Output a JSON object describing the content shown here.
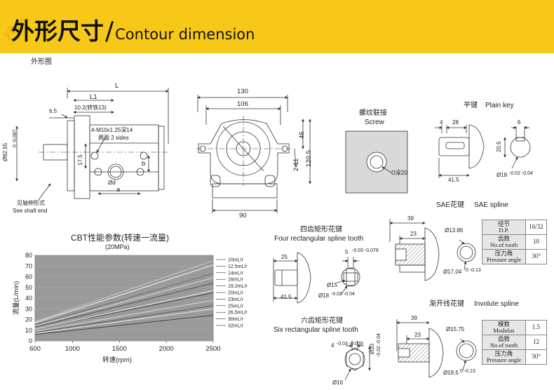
{
  "header": {
    "title_cn": "外形尺寸",
    "title_sep": "/",
    "title_en": "Contour dimension",
    "watermark": "ybzc",
    "bg_color": "#f8c818"
  },
  "drawing": {
    "section_label": "外形图",
    "front": {
      "L": "L",
      "L1": "L1",
      "d65": "6.5",
      "d102": "10.2(转铁13)",
      "bolt_note1": "4-M10x1.25深14",
      "bolt_note2": "两面 2 sides",
      "dia": "Ø82.55",
      "dia_tol": "0 -0.087",
      "d175": "17.5",
      "b": "b",
      "od": "Ød",
      "a": "a",
      "shaft_note1": "见轴伸形式",
      "shaft_note2": "See shaft end"
    },
    "side": {
      "d130": "130",
      "d106": "106",
      "d46": "46",
      "d211": "2-11",
      "d1205": "120.5",
      "d90": "90"
    },
    "screw": {
      "title_cn": "螺纹联接",
      "title_en": "Screw",
      "depth": "D深20"
    },
    "plain_key": {
      "title_cn": "平键",
      "title_en": "Plain key",
      "d4": "4",
      "d28": "28",
      "d205": "20.5",
      "d6": "6",
      "d415": "41.5",
      "d18": "Ø18",
      "d18_tol": "-0.02 -0.04"
    },
    "sae": {
      "title_cn": "SAE花键",
      "title_en": "SAE spline",
      "d39": "39",
      "d23": "23",
      "d1386": "Ø13.86",
      "d1704": "Ø17.04",
      "d1704_tol": "0 -0.13",
      "table": [
        {
          "k": "径节",
          "k2": "D.P.",
          "v": "16/32"
        },
        {
          "k": "齿数",
          "k2": "No.of tooth",
          "v": "10"
        },
        {
          "k": "压力角",
          "k2": "Pressure angle",
          "v": "30°"
        }
      ]
    },
    "four_spline": {
      "title_cn": "四齿矩形花键",
      "title_en": "Four rectangular spline tooth",
      "d25": "25",
      "d415": "41.5",
      "d5": "5",
      "d5_tol": "-0.03 -0.078",
      "d15": "Ø15",
      "d18": "Ø18",
      "d18_tol": "-0.02 -0.04"
    },
    "six_spline": {
      "title_cn": "六齿矩形花键",
      "title_en": "Six rectangular spline tooth",
      "d4": "4",
      "d4_tol": "-0.03 -0.078",
      "d20": "Ø20",
      "d20_tol": "-0.02 -0.04",
      "d16": "Ø16"
    },
    "involute": {
      "title_cn": "渐开线花键",
      "title_en": "Involute spline",
      "d39": "39",
      "d23": "23",
      "d1575": "Ø15.75",
      "d195": "Ø19.5",
      "d195_tol": "0 -0.13",
      "table": [
        {
          "k": "模数",
          "k2": "Modulus",
          "v": "1.5"
        },
        {
          "k": "齿数",
          "k2": "No.of tooth",
          "v": "12"
        },
        {
          "k": "压力角",
          "k2": "Pressure angle",
          "v": "30°"
        }
      ]
    }
  },
  "chart_data": {
    "type": "line",
    "title": "CBT性能参数(转速一流量)",
    "subtitle": "(20MPa)",
    "xlabel": "转速(rpm)",
    "ylabel": "流量(L/min)",
    "xlim": [
      600,
      2500
    ],
    "ylim": [
      0,
      80
    ],
    "x_ticks": [
      600,
      1000,
      1500,
      2000,
      2500
    ],
    "y_ticks": [
      0,
      10,
      20,
      30,
      40,
      50,
      60,
      70,
      80
    ],
    "legend_position": "right",
    "background": "#9a9a9a",
    "series": [
      {
        "name": "10mL/r",
        "x": [
          600,
          2500
        ],
        "y": [
          6,
          24
        ]
      },
      {
        "name": "12.5mL/r",
        "x": [
          600,
          2500
        ],
        "y": [
          7,
          30
        ]
      },
      {
        "name": "14mL/r",
        "x": [
          600,
          2500
        ],
        "y": [
          8,
          33
        ]
      },
      {
        "name": "16mL/r",
        "x": [
          600,
          2500
        ],
        "y": [
          9,
          38
        ]
      },
      {
        "name": "19.2mL/r",
        "x": [
          600,
          2500
        ],
        "y": [
          11,
          45
        ]
      },
      {
        "name": "20mL/r",
        "x": [
          600,
          2500
        ],
        "y": [
          11,
          47
        ]
      },
      {
        "name": "23mL/r",
        "x": [
          600,
          2500
        ],
        "y": [
          13,
          54
        ]
      },
      {
        "name": "25mL/r",
        "x": [
          600,
          2500
        ],
        "y": [
          14,
          59
        ]
      },
      {
        "name": "26.5mL/r",
        "x": [
          600,
          2500
        ],
        "y": [
          15,
          63
        ]
      },
      {
        "name": "30mL/r",
        "x": [
          600,
          2500
        ],
        "y": [
          17,
          71
        ]
      },
      {
        "name": "32mL/r",
        "x": [
          600,
          2500
        ],
        "y": [
          18,
          75
        ]
      }
    ]
  }
}
